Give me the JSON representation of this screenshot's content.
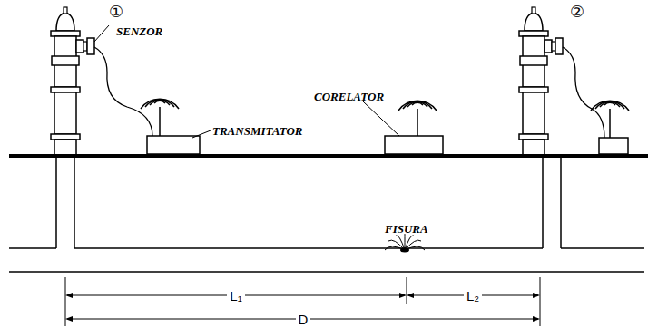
{
  "diagram": {
    "labels": [
      "①",
      "SENZOR",
      "TRANSMITATOR",
      "CORELATOR",
      "②",
      "FISURA",
      "L₁",
      "L₂",
      "D"
    ]
  }
}
